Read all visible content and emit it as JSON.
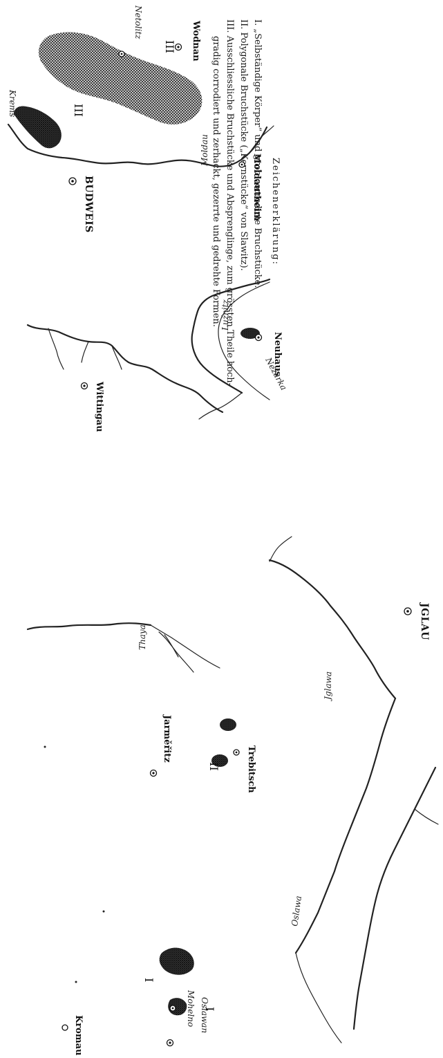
{
  "legend": {
    "title": "Zeichenerklärung:",
    "items": [
      "I. „Selbständige Körper“ und grob corrodirte Bruchstücke.",
      "II. Polygonale Bruchstücke („Kernstücke“ von Slawitz).",
      "III. Ausschliessliche Bruchstücke und Absprenglinge, zum grössten Theile hoch-",
      "gradig corrodiert und zerhackt, gezerrte und gedrehte Formen."
    ]
  },
  "towns": {
    "wodnan": "Wodnan",
    "netolitz": "Netolitz",
    "moldautheim": "Moldautheim",
    "budweis": "BUDWEIS",
    "wittingau": "Wittingau",
    "neuhaus": "Neuhaus",
    "iglau": "JGLAU",
    "jarmeritz": "Jarměřitz",
    "trebitsch": "Trebitsch",
    "mohelno": "Mohelno",
    "oslawan": "Oslawan",
    "kromau": "Kromau"
  },
  "rivers": {
    "moldau": "Moldau",
    "krems": "Krems",
    "luznitz": "Lužnitz",
    "nezarka": "Nežarka",
    "thaya": "Thaya",
    "iglawa": "Jglawa",
    "oslawa": "Oslawa"
  },
  "zones": {
    "wodnan_label": "III",
    "netolitz_label": "III",
    "trebitsch_label": "II",
    "oslawa_label_1": "I",
    "oslawa_label_2": "I"
  },
  "map_style": {
    "ink": "#1a1a1a",
    "hatch": "#3a3a3a",
    "paper": "#ffffff",
    "orientation": "rotated 90° clockwise (north to the right)"
  }
}
